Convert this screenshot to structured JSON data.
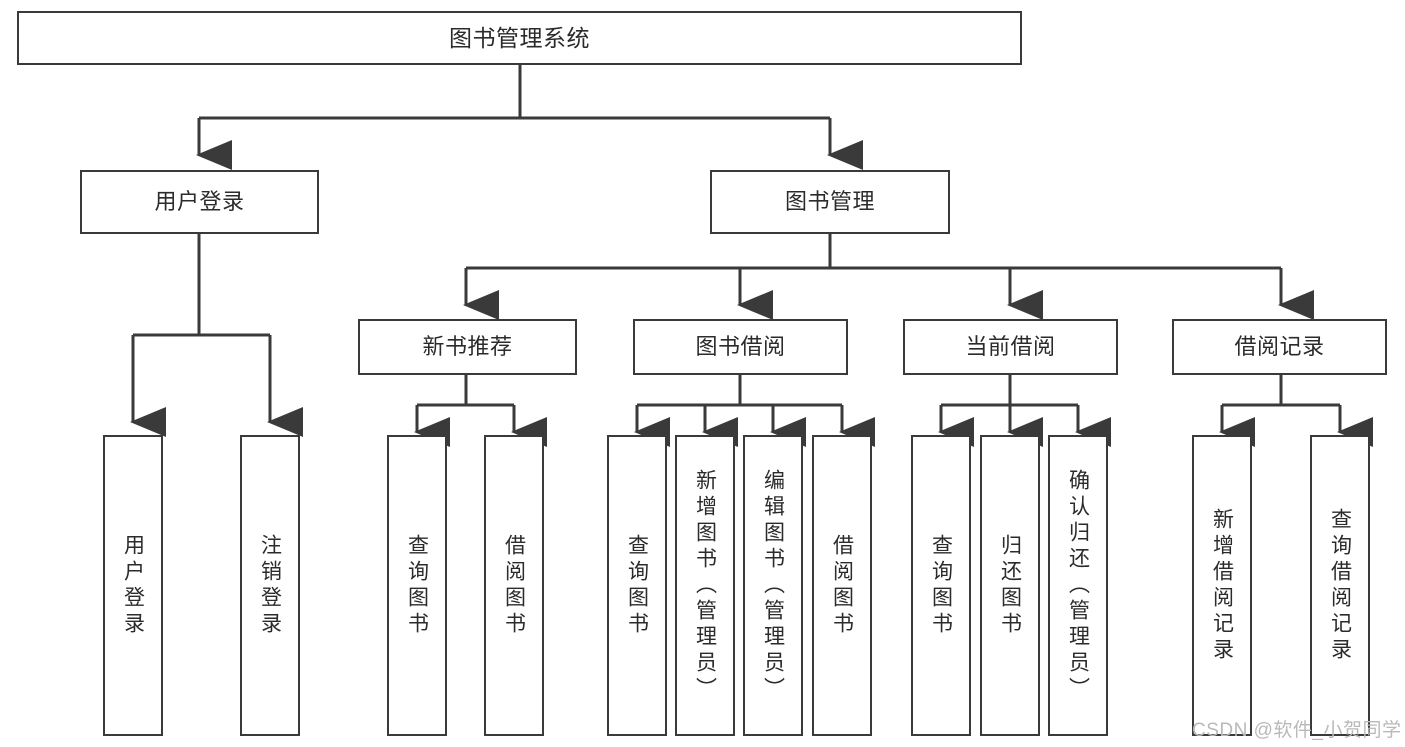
{
  "diagram": {
    "type": "tree",
    "title": "图书管理系统",
    "stroke_color": "#3a3a3a",
    "text_color": "#2b2b2b",
    "background": "#ffffff"
  },
  "nodes": {
    "root": {
      "label": "图书管理系统"
    },
    "level2": [
      {
        "label": "用户登录"
      },
      {
        "label": "图书管理"
      }
    ],
    "level3": [
      {
        "label": "新书推荐"
      },
      {
        "label": "图书借阅"
      },
      {
        "label": "当前借阅"
      },
      {
        "label": "借阅记录"
      }
    ],
    "login_children": [
      {
        "label": "用户登录"
      },
      {
        "label": "注销登录"
      }
    ],
    "newbook_children": [
      {
        "label": "查询图书"
      },
      {
        "label": "借阅图书"
      }
    ],
    "borrow_children": [
      {
        "label": "查询图书"
      },
      {
        "label": "新增图书（管理员）"
      },
      {
        "label": "编辑图书（管理员）"
      },
      {
        "label": "借阅图书"
      }
    ],
    "current_children": [
      {
        "label": "查询图书"
      },
      {
        "label": "归还图书"
      },
      {
        "label": "确认归还（管理员）"
      }
    ],
    "record_children": [
      {
        "label": "新增借阅记录"
      },
      {
        "label": "查询借阅记录"
      }
    ]
  },
  "watermark": {
    "text": "CSDN @软件_小贺同学"
  }
}
